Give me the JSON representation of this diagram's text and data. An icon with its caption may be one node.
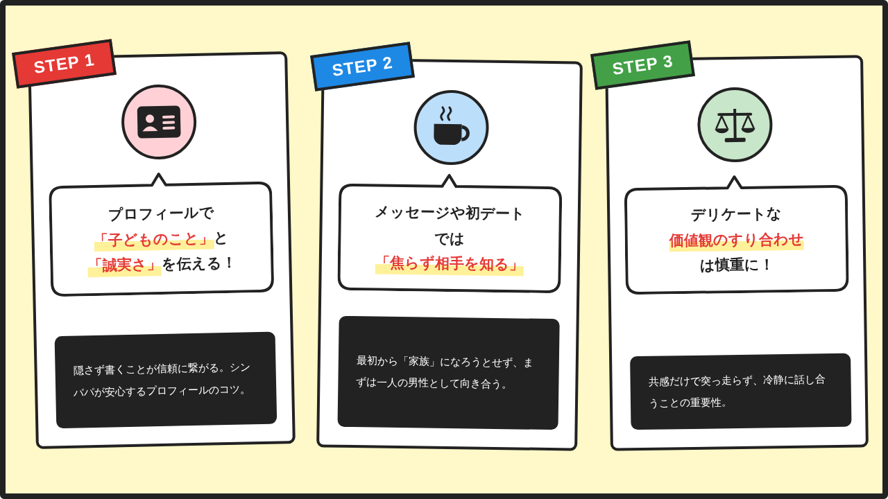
{
  "diagram": {
    "nodes": [
      {
        "text": [],
        "shape": "box"
      },
      {
        "text": [
          "STEP 1"
        ]
      },
      {
        "text": [],
        "shape": "circle",
        "in": 0
      },
      {
        "text": [
          "プロフィールで**「子どものこと」**と**「誠実さ」**を伝える！"
        ],
        "in": 0
      },
      {
        "text": [
          "隠さず書くことが信頼に繋がる。シンパパが安心するプロフィールのコツ。"
        ],
        "in": 0
      },
      {
        "text": [],
        "shape": "box"
      },
      {
        "text": [
          "STEP 2"
        ]
      },
      {
        "text": [],
        "shape": "circle",
        "in": 5
      },
      {
        "text": [
          "メッセージや初デートでは**「焦らず相手を知る」**"
        ],
        "in": 5
      },
      {
        "text": [
          "最初から「家族」になろうとせず、まずは一人の男性として向き合う。"
        ],
        "in": 5
      },
      {
        "text": [],
        "shape": "box"
      },
      {
        "text": [
          "STEP 3"
        ]
      },
      {
        "text": [],
        "shape": "circle",
        "in": 10
      },
      {
        "text": [
          "デリケートな**価値観のすり合わせ**は慎重に！"
        ],
        "in": 10
      },
      {
        "text": [
          "共感だけで突っ走らず、冷静に話し合うことの重要性。"
        ],
        "in": 10
      }
    ],
    "edges": []
  }
}
